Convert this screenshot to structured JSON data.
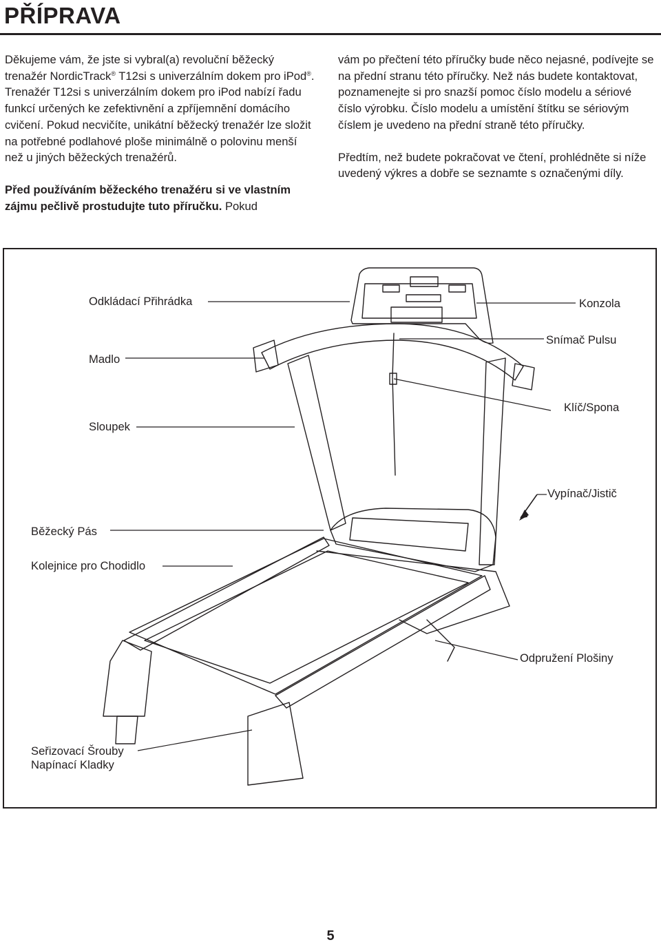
{
  "page": {
    "title": "PŘÍPRAVA",
    "page_number": "5"
  },
  "intro": {
    "p1_a": "Děkujeme vám, že jste si vybral(a) revoluční běžecký trenažér NordicTrack",
    "p1_b": " T12si s univerzálním dokem pro iPod",
    "p1_c": ". Trenažér T12si s univerzálním dokem pro iPod nabízí řadu funkcí určených ke zefektivnění a zpříjemnění domácího cvičení. Pokud necvičíte, unikátní běžecký trenažér lze složit na potřebné podlahové ploše minimálně o polovinu menší než u jiných běžeckých trenažérů.",
    "reg": "®",
    "p2_bold": "Před používáním běžeckého trenažéru si ve vlastním zájmu pečlivě prostudujte tuto příručku.",
    "p2_rest": " Pokud vám po přečtení této příručky bude něco nejasné, podívejte se na přední stranu této příručky. Než nás budete kontaktovat, poznamenejte si pro snazší pomoc číslo modelu a sériové číslo výrobku. Číslo modelu a umístění štítku se sériovým číslem je uvedeno na přední straně této příručky.",
    "p3": "Předtím, než budete pokračovat ve čtení, prohlédněte si níže uvedený výkres a dobře se seznamte s označenými díly."
  },
  "labels": {
    "storage_tray": "Odkládací Přihrádka",
    "console": "Konzola",
    "handrail": "Madlo",
    "pulse_sensor": "Snímač Pulsu",
    "upright": "Sloupek",
    "key_clip": "Klíč/Spona",
    "switch": "Vypínač/Jistič",
    "walking_belt": "Běžecký Pás",
    "foot_rail": "Kolejnice pro Chodidlo",
    "cushion": "Odpružení Plošiny",
    "adjust_bolts_1": "Seřizovací Šrouby",
    "adjust_bolts_2": "Napínací Kladky"
  }
}
